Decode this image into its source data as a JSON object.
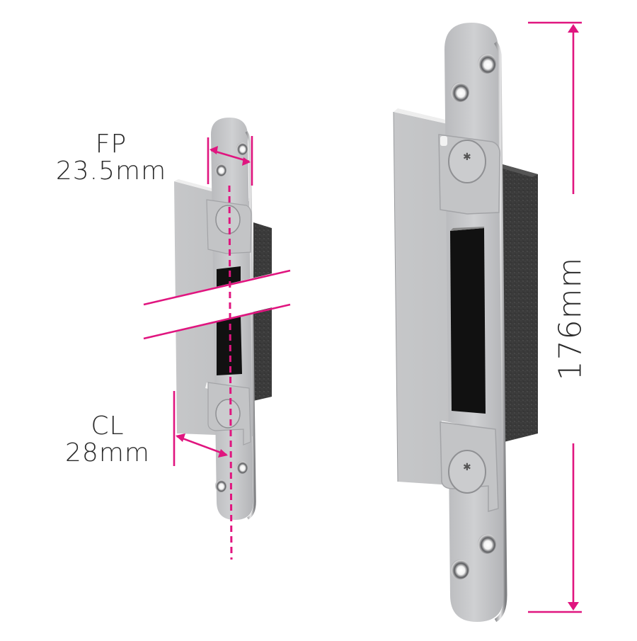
{
  "diagram": {
    "subject": "Lock keep / strike plate with foam backing, shown in two views",
    "accent_color": "#e0157f",
    "text_color": "#2b2b2b",
    "metal_color": "#c4c5c7",
    "foam_color": "#3a3a3a"
  },
  "dimensions": {
    "faceplate": {
      "code": "FP",
      "value": "23.5mm"
    },
    "centreline": {
      "code": "CL",
      "value": "28mm"
    },
    "overall_height": {
      "value": "176mm"
    }
  }
}
